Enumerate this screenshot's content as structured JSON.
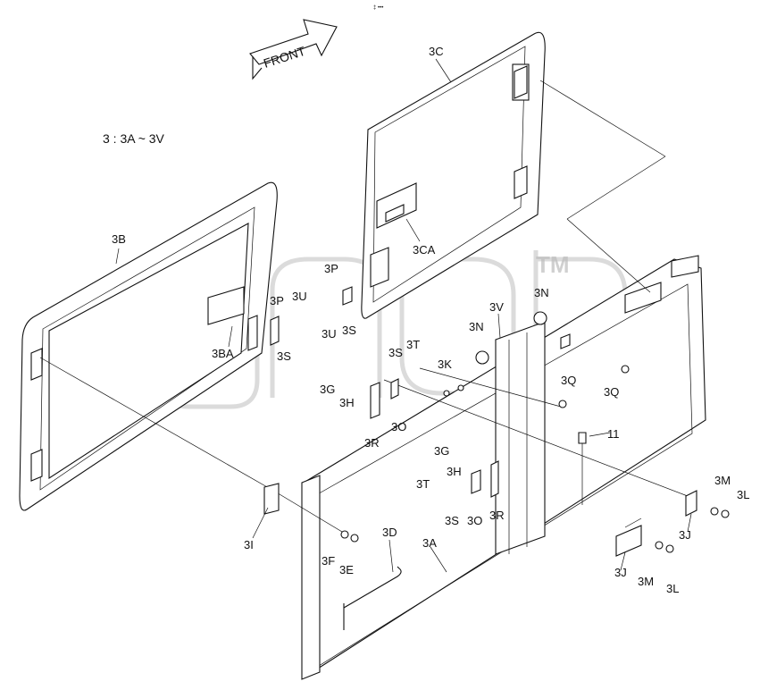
{
  "header": {
    "page_mark": "‡ •••",
    "front_label": "FRONT",
    "range_note": "3 : 3A ~ 3V"
  },
  "watermark": {
    "tm": "TM"
  },
  "labels": {
    "l3c": "3C",
    "l3ca": "3CA",
    "l3b": "3B",
    "l3ba": "3BA",
    "l3p_a": "3P",
    "l3u_a": "3U",
    "l3u_b": "3U",
    "l3s_a": "3S",
    "l3s_b": "3S",
    "l3p_b": "3P",
    "l3s_c": "3S",
    "l3t_a": "3T",
    "l3s_d": "3S",
    "l3g_a": "3G",
    "l3h_a": "3H",
    "l3r_a": "3R",
    "l3o_a": "3O",
    "l3v": "3V",
    "l3n_a": "3N",
    "l3n_b": "3N",
    "l3k": "3K",
    "l3q_a": "3Q",
    "l3q_b": "3Q",
    "l11": "11",
    "l3g_b": "3G",
    "l3h_b": "3H",
    "l3t_b": "3T",
    "l3s_e": "3S",
    "l3o_b": "3O",
    "l3r_b": "3R",
    "l3m_a": "3M",
    "l3l_a": "3L",
    "l3j_a": "3J",
    "l3j_b": "3J",
    "l3m_b": "3M",
    "l3l_b": "3L",
    "l3i": "3I",
    "l3f": "3F",
    "l3e": "3E",
    "l3d": "3D",
    "l3a": "3A"
  }
}
